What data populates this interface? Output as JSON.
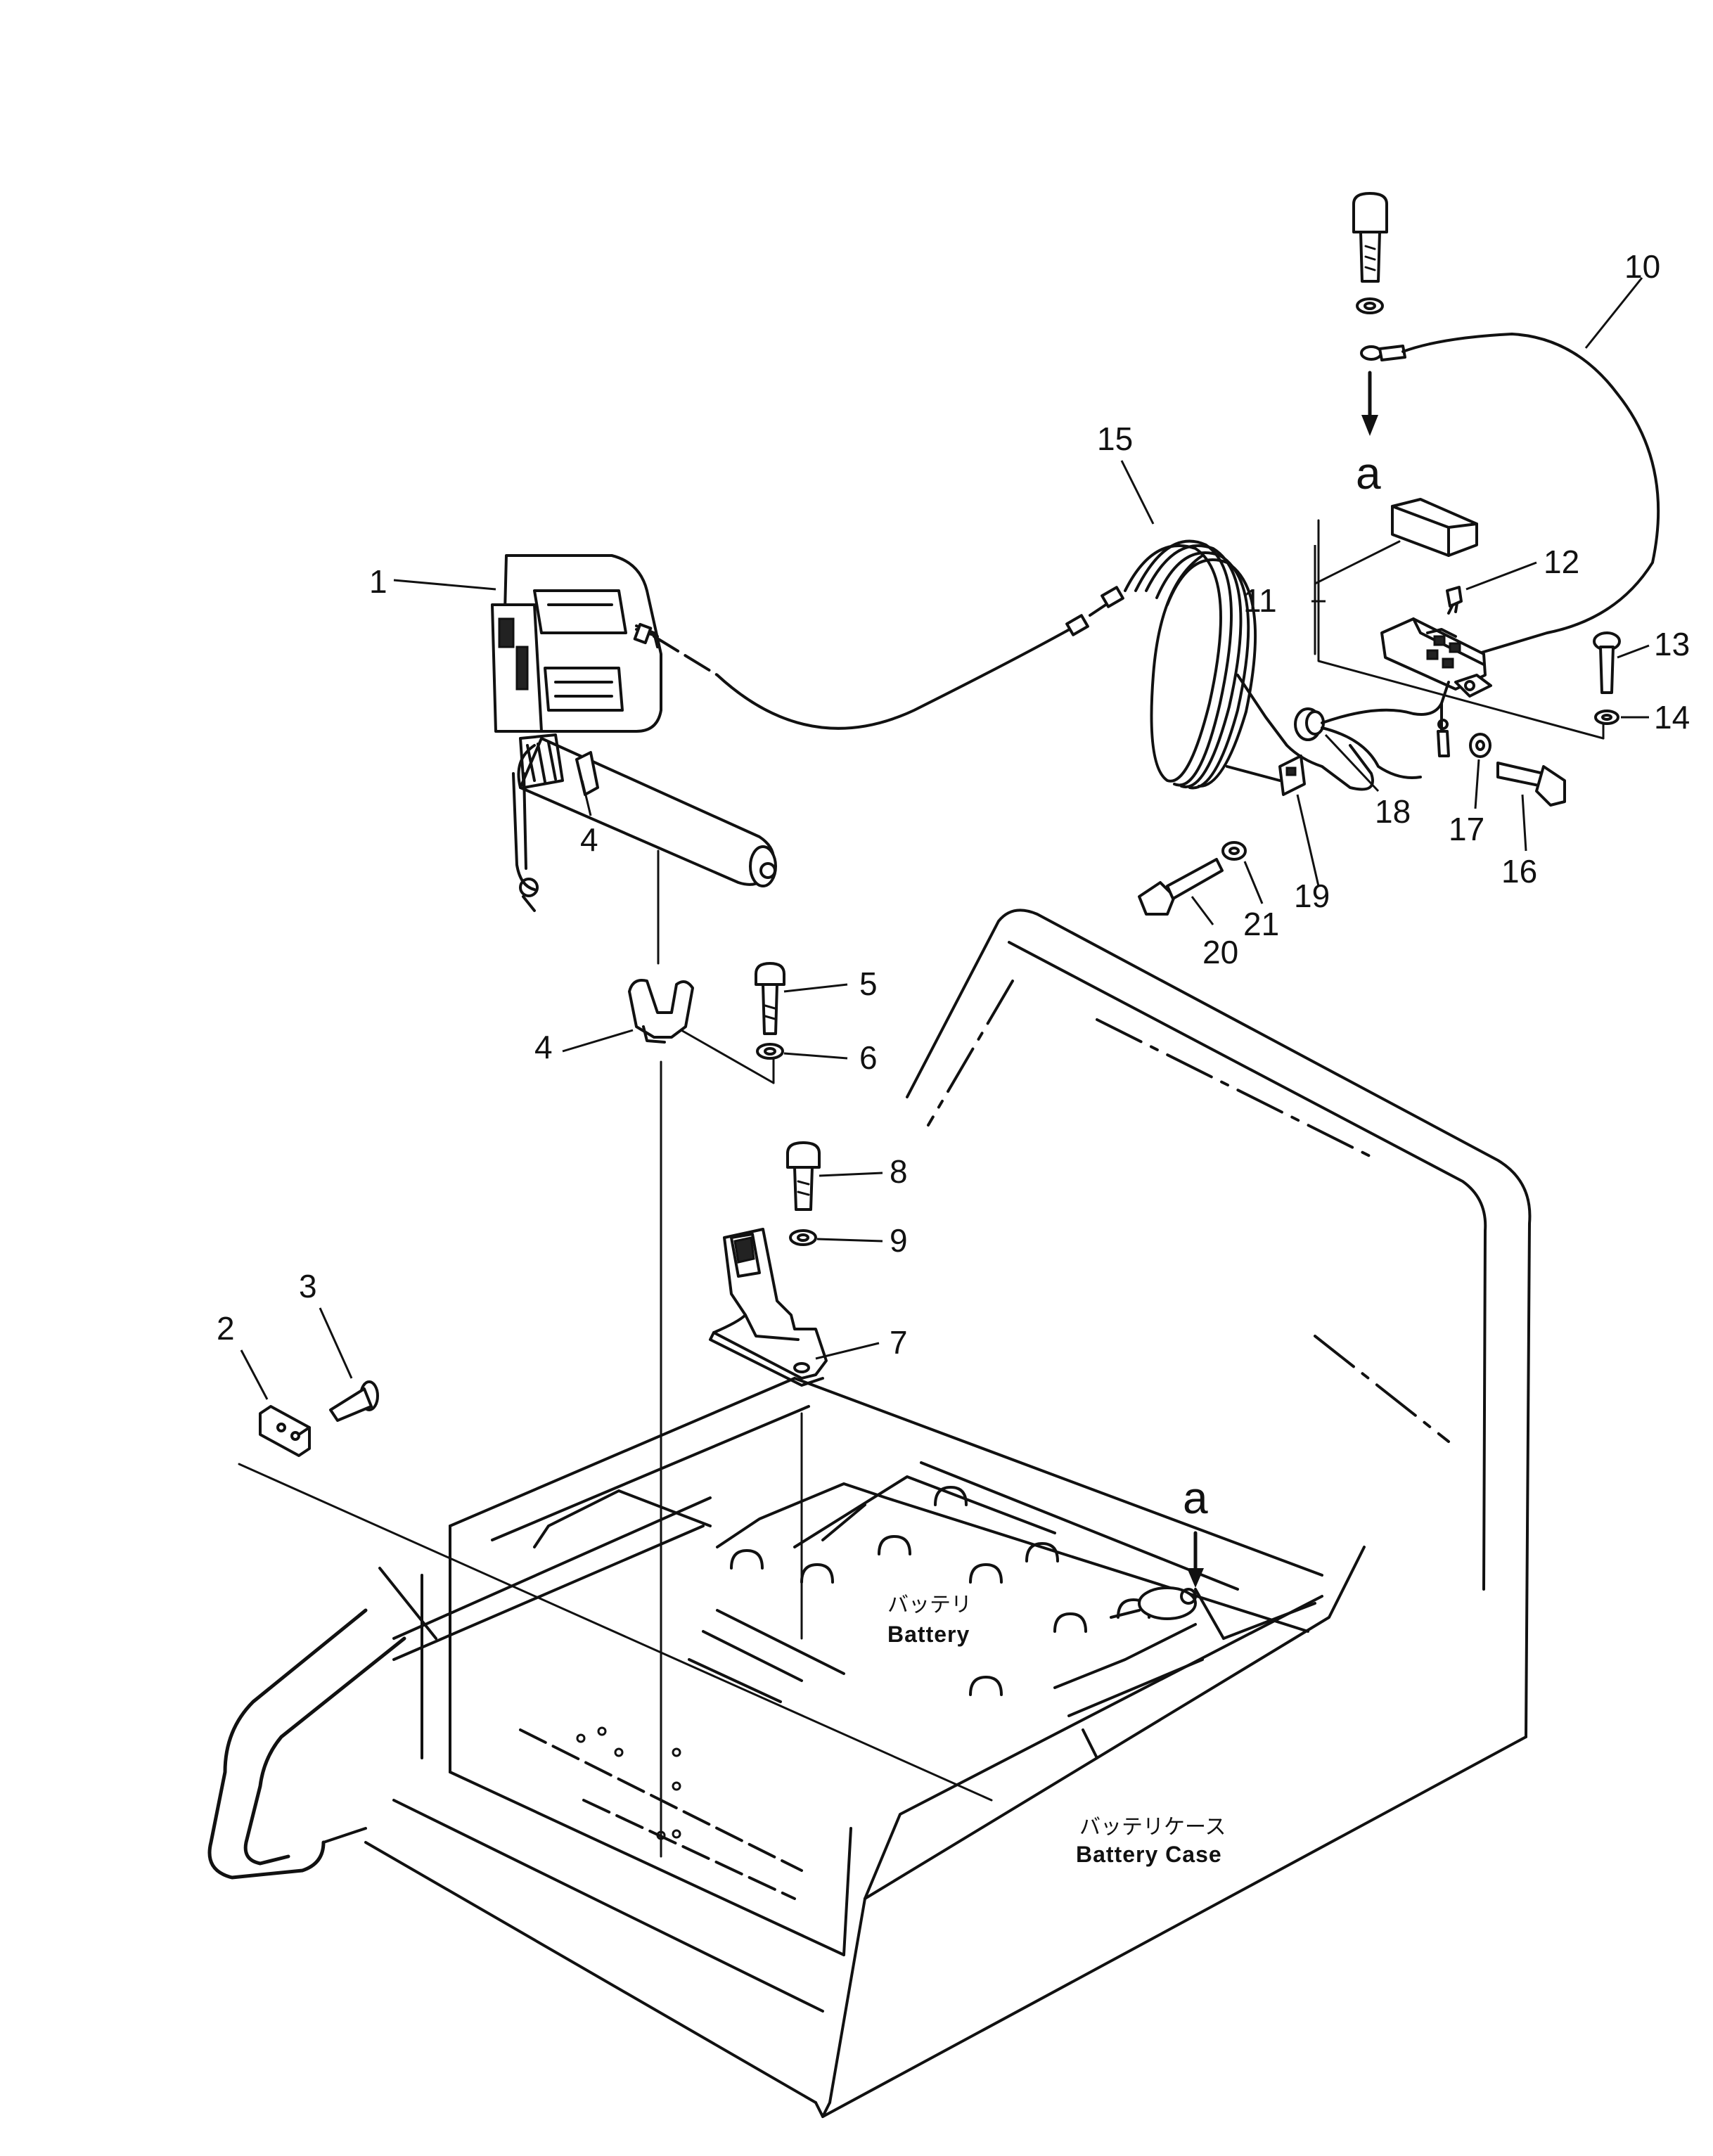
{
  "callouts": [
    "1",
    "2",
    "3",
    "4",
    "4",
    "5",
    "6",
    "7",
    "8",
    "9",
    "10",
    "11",
    "12",
    "13",
    "14",
    "15",
    "16",
    "17",
    "18",
    "19",
    "20",
    "21"
  ],
  "reference_marks": [
    "a",
    "a"
  ],
  "labels": {
    "battery_jp": "バッテリ",
    "battery_en": "Battery",
    "battery_case_jp": "バッテリケース",
    "battery_case_en": "Battery Case"
  }
}
